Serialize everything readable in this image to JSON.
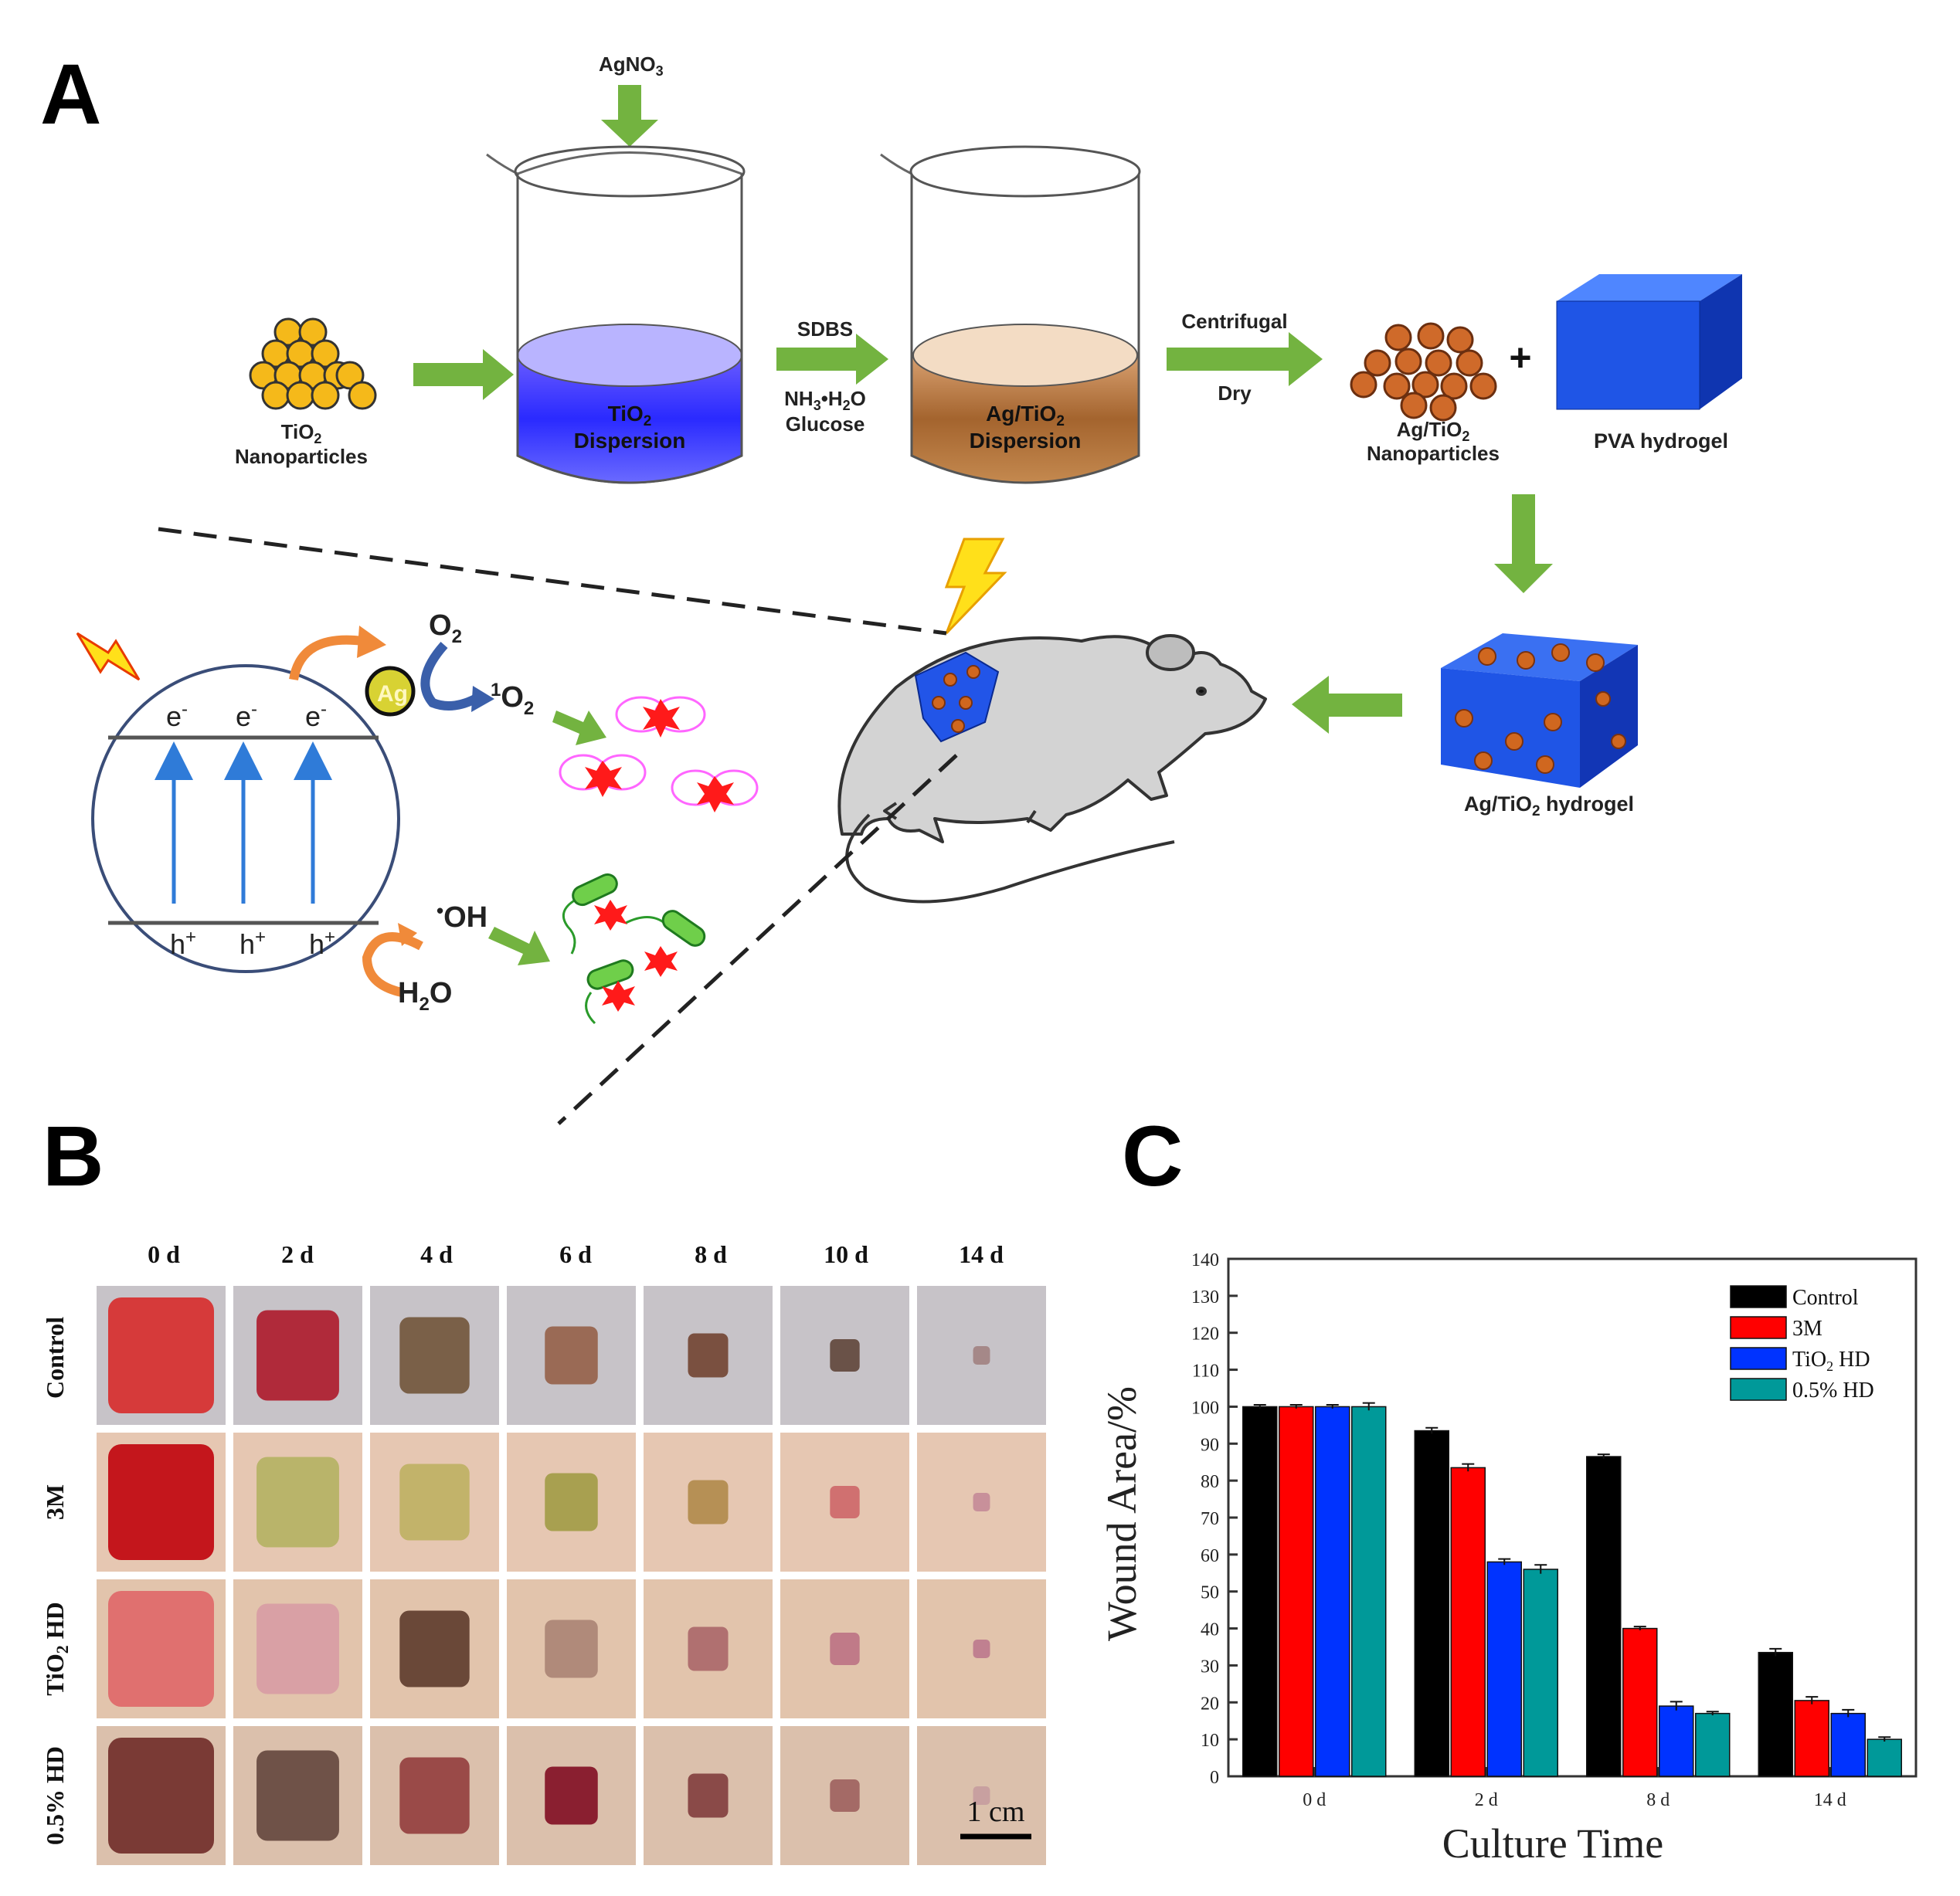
{
  "panels": {
    "a": "A",
    "b": "B",
    "c": "C"
  },
  "scheme": {
    "agno3": "AgNO",
    "agno3_sub": "3",
    "tio2_np": {
      "line1": "TiO",
      "sub": "2",
      "line2": "Nanoparticles"
    },
    "tio2_disp": {
      "line1": "TiO",
      "sub": "2",
      "line2": "Dispersion"
    },
    "reagents": {
      "sdbs": "SDBS",
      "nh3": "NH",
      "nh3_sub": "3",
      "nh3_rest": "•H",
      "h2o_sub": "2",
      "nh3_end": "O",
      "glucose": "Glucose"
    },
    "agtio2_disp": {
      "line1": "Ag/TiO",
      "sub": "2",
      "line2": "Dispersion"
    },
    "process": {
      "top": "Centrifugal",
      "bottom": "Dry"
    },
    "agtio2_np": {
      "line1": "Ag/TiO",
      "sub": "2",
      "line2": "Nanoparticles"
    },
    "plus": "+",
    "pva": "PVA hydrogel",
    "agtio2_hydrogel": {
      "pre": "Ag/TiO",
      "sub": "2",
      "post": " hydrogel"
    },
    "mechanism": {
      "e": "e",
      "e_sup": "-",
      "h": "h",
      "h_sup": "+",
      "ag": "Ag",
      "o2": "O",
      "o2_sub": "2",
      "singlet_sup": "1",
      "singlet": "O",
      "singlet_sub": "2",
      "oh_dot": "•",
      "oh": "OH",
      "h2o": "H",
      "h2o_sub": "2",
      "h2o_end": "O"
    }
  },
  "photo_grid": {
    "columns": [
      "0 d",
      "2 d",
      "4 d",
      "6 d",
      "8 d",
      "10 d",
      "14 d"
    ],
    "rows": [
      {
        "label": "Control"
      },
      {
        "label": "3M"
      },
      {
        "label_pre": "TiO",
        "label_sub": "2",
        "label_post": " HD"
      },
      {
        "label": "0.5% HD"
      }
    ],
    "scale_bar": "1 cm"
  },
  "chart_data": {
    "type": "bar",
    "categories": [
      "0 d",
      "2 d",
      "8 d",
      "14 d"
    ],
    "series": [
      {
        "name": "Control",
        "values": [
          100,
          93.5,
          86.5,
          33.5
        ],
        "errors": [
          0.5,
          0.8,
          0.6,
          1.0
        ],
        "color": "#000000"
      },
      {
        "name": "3M",
        "values": [
          100,
          83.5,
          40,
          20.5
        ],
        "errors": [
          0.5,
          1.0,
          0.5,
          1.0
        ],
        "color": "#ff0000"
      },
      {
        "name": "TiO₂ HD",
        "values": [
          100,
          58,
          19,
          17
        ],
        "errors": [
          0.5,
          0.8,
          1.2,
          1.0
        ],
        "color": "#0033ff"
      },
      {
        "name": "0.5% HD",
        "values": [
          100,
          56,
          17,
          10
        ],
        "errors": [
          1.0,
          1.2,
          0.5,
          0.6
        ],
        "color": "#009999"
      }
    ],
    "xlabel": "Culture Time",
    "ylabel": "Wound Area/%",
    "ylim": [
      0,
      140
    ],
    "yticks": [
      0,
      10,
      20,
      30,
      40,
      50,
      60,
      70,
      80,
      90,
      100,
      110,
      120,
      130,
      140
    ],
    "legend": "top-right",
    "legend_labels": [
      {
        "pre": "Control",
        "sub": "",
        "post": ""
      },
      {
        "pre": "3M",
        "sub": "",
        "post": ""
      },
      {
        "pre": "TiO",
        "sub": "2",
        "post": " HD"
      },
      {
        "pre": "0.5% HD",
        "sub": "",
        "post": ""
      }
    ]
  }
}
